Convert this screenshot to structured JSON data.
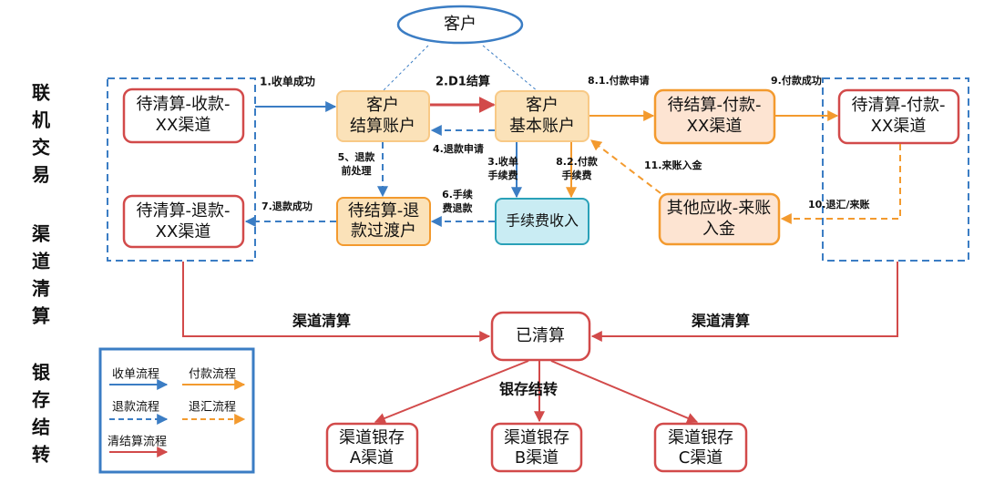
{
  "sections": {
    "s1": [
      "联",
      "机",
      "交",
      "易"
    ],
    "s2": [
      "渠",
      "道",
      "清",
      "算"
    ],
    "s3": [
      "银",
      "存",
      "结",
      "转"
    ]
  },
  "nodes": {
    "customer": "客户",
    "settle_account": [
      "客户",
      "结算账户"
    ],
    "basic_account": [
      "客户",
      "基本账户"
    ],
    "pending_collect": [
      "待清算-收款-",
      "XX渠道"
    ],
    "pending_refund": [
      "待清算-退款-",
      "XX渠道"
    ],
    "refund_transit": [
      "待结算-退",
      "款过渡户"
    ],
    "fee_income": "手续费收入",
    "pending_pay_settle": [
      "待结算-付款-",
      "XX渠道"
    ],
    "pending_pay_clear": [
      "待清算-付款-",
      "XX渠道"
    ],
    "other_receivable": [
      "其他应收-来账",
      "入金"
    ],
    "cleared": "已清算",
    "bank_a": [
      "渠道银存",
      "A渠道"
    ],
    "bank_b": [
      "渠道银存",
      "B渠道"
    ],
    "bank_c": [
      "渠道银存",
      "C渠道"
    ]
  },
  "labels": {
    "l1": "1.收单成功",
    "l2": "2.D1结算",
    "l3": [
      "3.收单",
      "手续费"
    ],
    "l4": "4.退款申请",
    "l5": [
      "5、退款",
      "前处理"
    ],
    "l6": [
      "6.手续",
      "费退款"
    ],
    "l7": "7.退款成功",
    "l81": "8.1.付款申请",
    "l82": [
      "8.2.付款",
      "手续费"
    ],
    "l9": "9.付款成功",
    "l10": "10.退汇/来账",
    "l11": "11.来账入金",
    "clear_left": "渠道清算",
    "clear_right": "渠道清算",
    "bank_transfer": "银存结转"
  },
  "legend": {
    "collect": "收单流程",
    "payment": "付款流程",
    "refund": "退款流程",
    "remit_back": "退汇流程",
    "clearing": "清结算流程"
  },
  "colors": {
    "blue": "#3b7dc4",
    "orange": "#f39a2e",
    "red": "#d24a4a",
    "node_fill_orange": "#fbe2b9",
    "node_fill_peach": "#fde4d2",
    "fee_fill": "#c9ecf3",
    "fee_stroke": "#2aa1b8"
  }
}
